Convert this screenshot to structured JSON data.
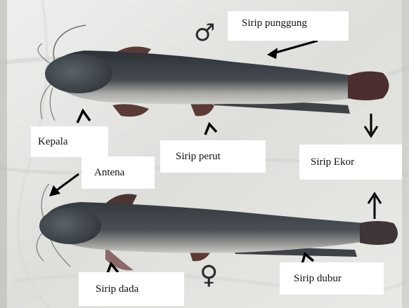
{
  "colors": {
    "background_cloth": "#e3e3e1",
    "fish_skin": "#3a3f44",
    "fish_belly": "#bdbdb8",
    "fin": "#5b3a36",
    "label_bg": "#ffffff",
    "text": "#111111",
    "arrow": "#000000"
  },
  "symbols": {
    "male": "♂",
    "female": "♀"
  },
  "labels": {
    "dorsal_fin": "Sirip punggung",
    "head": "Kepala",
    "pelvic_fin": "Sirip perut",
    "tail_fin": "Sirip Ekor",
    "antenna": "Antena",
    "pectoral_fin": "Sirip dada",
    "anal_fin": "Sirip dubur"
  },
  "icons": {
    "male_symbol": "male-symbol-icon",
    "female_symbol": "female-symbol-icon",
    "arrows": "arrow-icon"
  }
}
